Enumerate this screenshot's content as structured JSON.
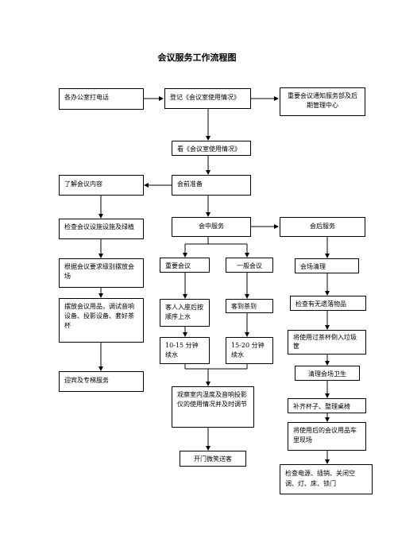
{
  "title": "会议服务工作流程图",
  "nodes": {
    "n01": "各办公室打电话",
    "n02": "登记《会议室使用情况》",
    "n03": "重要会议通知服务部及后期管理中心",
    "n04": "看《会议室使用情况》",
    "n05": "了解会议内容",
    "n06": "会前准备",
    "n07": "检查会议设施设施及绿植",
    "n08": "会中服务",
    "n09": "会后服务",
    "n10": "根据会议要求级别摆放会场",
    "n11": "重要会议",
    "n12": "一般会议",
    "n13": "会场清理",
    "n14": "摆放会议用品，调试音响设备、投影设备、套好茶杯",
    "n15": "客人入座后按顺序上水",
    "n16": "客到茶到",
    "n17": "检查有无遗落物品",
    "n18": "10-15 分钟续水",
    "n19": "15-20 分钟续水",
    "n20": "将使用过茶杯倒入垃圾筐",
    "n21": "清理会场卫生",
    "n22": "迎宾及专梯服务",
    "n23": "观察室内温度及音响投影仪的使用情况并及时调节",
    "n24": "补齐杯子、整理桌椅",
    "n25": "将使用后的会议用品车里现场",
    "n26": "开门微笑送客",
    "n27": "检查电源、插销、关闭空调、灯、床、锁门"
  }
}
